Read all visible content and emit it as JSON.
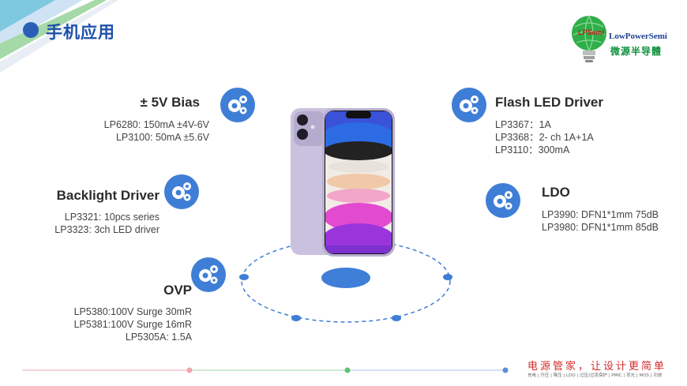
{
  "header": {
    "title": "手机应用"
  },
  "logo": {
    "badge": "LPSemi",
    "english": "LowPowerSemi",
    "chinese": "微源半导體"
  },
  "blocks": {
    "bias": {
      "title": "± 5V Bias",
      "lines": [
        "LP6280: 150mA ±4V-6V",
        "LP3100: 50mA ±5.6V"
      ]
    },
    "backlight": {
      "title": "Backlight Driver",
      "lines": [
        "LP3321: 10pcs series",
        "LP3323: 3ch LED driver"
      ]
    },
    "ovp": {
      "title": "OVP",
      "lines": [
        "LP5380:100V Surge 30mR",
        "LP5381:100V Surge 16mR",
        "LP5305A: 1.5A"
      ]
    },
    "flash": {
      "title": "Flash LED Driver",
      "lines": [
        "LP3367：1A",
        "LP3368：2- ch 1A+1A",
        "LP3110：300mA"
      ]
    },
    "ldo": {
      "title": "LDO",
      "lines": [
        "LP3990: DFN1*1mm 75dB",
        "LP3980: DFN1*1mm  85dB"
      ]
    }
  },
  "footer": {
    "slogan": "电源管家，让设计更简单",
    "tags": "充电 | 升压 | 降压 | LDO | 过压/过流保护 | PMIC | 背光 | MOS | 功放"
  },
  "colors": {
    "accent_blue": "#3f7ed6",
    "title_blue": "#1e4fa8",
    "slogan_red": "#d22b2b",
    "logo_green": "#0e8f3a"
  }
}
